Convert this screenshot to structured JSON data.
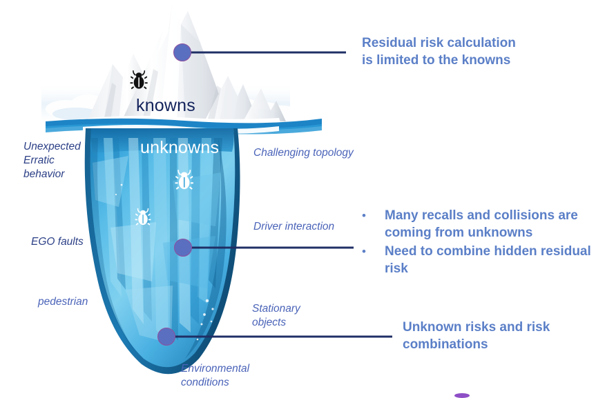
{
  "diagram": {
    "title_visible": false,
    "colors": {
      "callout_text": "#5b7fc7",
      "satellite_label": "#4a63b8",
      "satellite_label_dark": "#2b3f86",
      "connector_line": "#1f2f66",
      "connector_dot_fill": "#5b6fc0",
      "connector_dot_stroke": "#8e4f9e",
      "knowns_label": "#13235b",
      "unknowns_label": "#ffffff",
      "ice_above_water": "#ffffff",
      "ice_below_water": "#1a86c8",
      "water_line": "#1d84c6",
      "stray_ellipse": "#8e4fc6"
    },
    "berg": {
      "above_label": "knowns",
      "below_label": "unknowns"
    },
    "icons": {
      "bug_above": "bug-icon",
      "bug_below_upper": "bug-icon",
      "bug_below_lower": "bug-icon"
    },
    "satellite_labels": [
      {
        "id": "unexpected",
        "text": "Unexpected\nErratic\nbehavior"
      },
      {
        "id": "ego",
        "text": "EGO faults"
      },
      {
        "id": "pedestrian",
        "text": "pedestrian"
      },
      {
        "id": "topology",
        "text": "Challenging topology"
      },
      {
        "id": "driver",
        "text": "Driver interaction"
      },
      {
        "id": "stationary",
        "text": "Stationary\nobjects"
      },
      {
        "id": "environment",
        "text": "Environmental\nconditions"
      }
    ],
    "callouts": {
      "top": "Residual risk calculation\nis limited to the knowns",
      "bottom": "Unknown risks and risk\ncombinations",
      "bullets": [
        {
          "marker": "•",
          "text": "Many recalls and collisions are\ncoming from unknowns"
        },
        {
          "marker": "•",
          "text": "Need to combine hidden residual\nrisk"
        }
      ]
    }
  }
}
